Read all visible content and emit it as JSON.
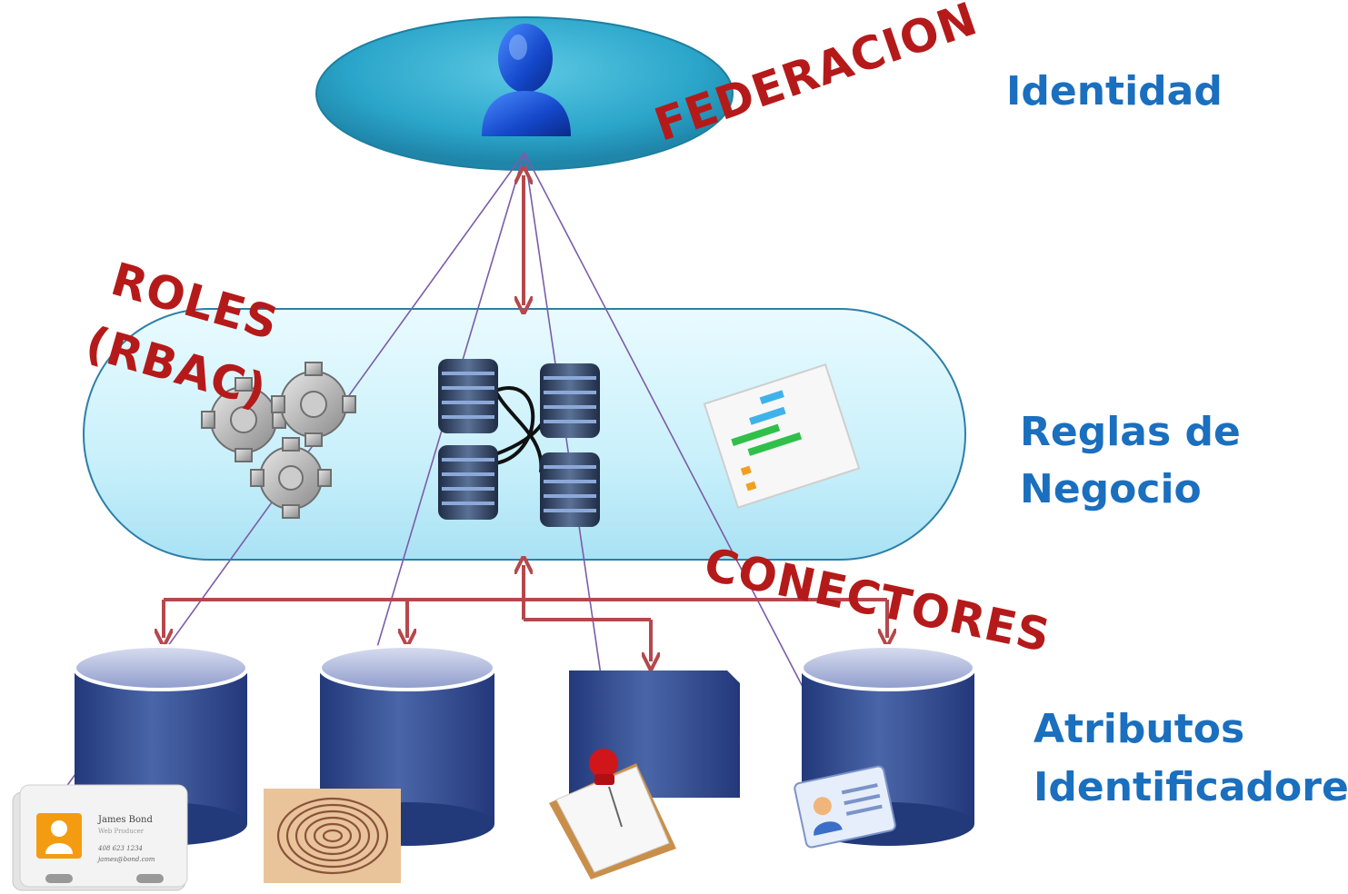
{
  "levels": {
    "identity": "Identidad",
    "business_rules": [
      "Reglas de",
      "Negocio"
    ],
    "attributes": [
      "Atributos",
      "Identificadores"
    ]
  },
  "callouts": {
    "federation": "FEDERACION",
    "roles": [
      "ROLES",
      "(RBAC)"
    ],
    "connectors": "CONECTORES"
  },
  "contact_card": {
    "name": "James Bond",
    "title": "Web Producer",
    "phone": "408 623 1234",
    "email": "james@bond.com"
  },
  "colors": {
    "label_blue": "#1a6fbe",
    "callout_red": "#b51a1a",
    "arrow_red": "#b5484c",
    "line_purple": "#7c5ca8",
    "cylinder_blue": "#2d4a8c",
    "identity_ellipse": "#28a3c8",
    "rules_band": "#c6eef8"
  },
  "icons": [
    "user-icon",
    "gears-icon",
    "server-cluster-icon",
    "document-icon",
    "contact-card-icon",
    "fingerprint-icon",
    "pushpin-note-icon",
    "id-badge-icon"
  ]
}
